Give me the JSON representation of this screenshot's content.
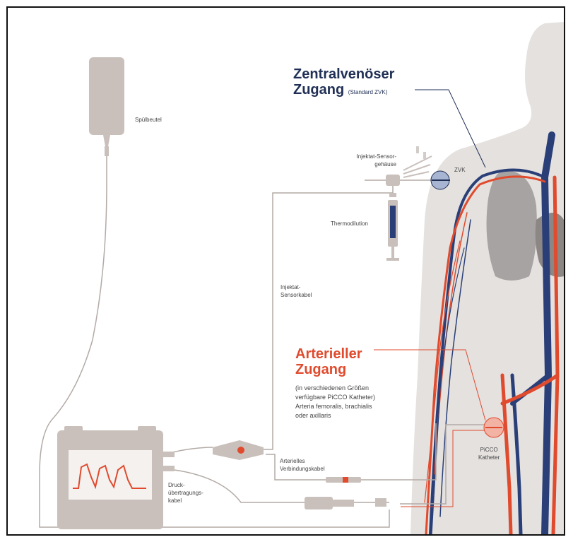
{
  "labels": {
    "spuelbeutel": "Spülbeutel",
    "injektat_sensor_gehaeuse": "Injektat-Sensor-\ngehäuse",
    "zvk": "ZVK",
    "thermodilution": "Thermodilution",
    "injektat_sensorkabel": "Injektat-\nSensorkabel",
    "picco_katheter": "PiCCO\nKatheter",
    "arterielles_verbindungskabel": "Arterielles\nVerbindungskabel",
    "druck_uebertragungskabel": "Druck-\nübertragungs-\nkabel"
  },
  "zentral": {
    "line1": "Zentralvenöser",
    "line2": "Zugang",
    "note": "(Standard ZVK)"
  },
  "arteriell": {
    "line1": "Arterieller",
    "line2": "Zugang",
    "description": "(in verschiedenen Größen\nverfügbare PiCCO Katheter)\nArteria femoralis, brachialis\noder axillaris"
  },
  "colors": {
    "navy": "#1f2f55",
    "red": "#e04a2d",
    "body": "#e4e1df",
    "device": "#c9c0bc",
    "line": "#b3aaa6"
  }
}
